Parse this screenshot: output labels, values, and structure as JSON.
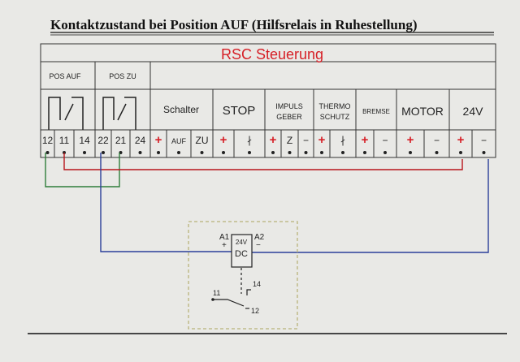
{
  "title": "Kontaktzustand bei Position AUF (Hilfsrelais in Ruhestellung)",
  "controller": {
    "name": "RSC Steuerung",
    "groups": [
      {
        "label": "POS AUF"
      },
      {
        "label": "POS ZU"
      }
    ],
    "sections": [
      {
        "label": "Schalter"
      },
      {
        "label": "STOP"
      },
      {
        "label": "IMPULS"
      },
      {
        "label": "GEBER"
      },
      {
        "label": "THERMO"
      },
      {
        "label": "SCHUTZ"
      },
      {
        "label": "BREMSE"
      },
      {
        "label": "MOTOR"
      },
      {
        "label": "24V"
      }
    ],
    "terminals": [
      {
        "label": "12"
      },
      {
        "label": "11"
      },
      {
        "label": "14"
      },
      {
        "label": "22"
      },
      {
        "label": "21"
      },
      {
        "label": "24"
      },
      {
        "label": "+"
      },
      {
        "label": "AUF"
      },
      {
        "label": "ZU"
      },
      {
        "label": "+"
      },
      {
        "label": "∤"
      },
      {
        "label": "+"
      },
      {
        "label": "Z"
      },
      {
        "label": "−"
      },
      {
        "label": "+"
      },
      {
        "label": "∤"
      },
      {
        "label": "+"
      },
      {
        "label": "−"
      },
      {
        "label": "+"
      },
      {
        "label": "−"
      },
      {
        "label": "+"
      },
      {
        "label": "−"
      }
    ]
  },
  "relay": {
    "a1": "A1",
    "a2": "A2",
    "plus": "+",
    "minus": "−",
    "voltage": "24V",
    "type": "DC",
    "contact_common": "11",
    "contact_no": "14",
    "contact_nc": "12"
  },
  "colors": {
    "plus": "#d61f26",
    "wire_red": "#b8151b",
    "wire_blue": "#2b3f9a",
    "wire_green": "#2f7d3a",
    "line": "#222222",
    "dashed_box": "#b9b37a"
  }
}
